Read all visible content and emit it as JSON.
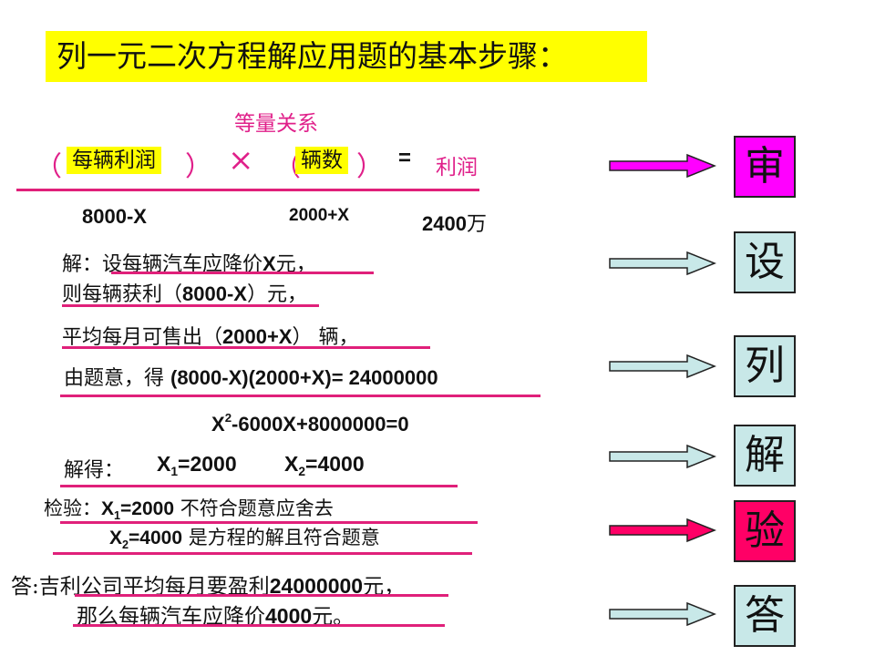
{
  "title": "列一元二次方程解应用题的基本步骤：",
  "relation": {
    "label": "等量关系",
    "open_paren": "（",
    "close_paren": "）",
    "term1": "每辆利润",
    "times": "×",
    "term2": "辆数",
    "equals": "=",
    "result": "利润"
  },
  "values": {
    "v1": "8000-X",
    "v2": "2000+X",
    "v3_num": "2400",
    "v3_unit": "万"
  },
  "solution": {
    "line1_a": "解：设每辆汽车应降价",
    "line1_b": "X",
    "line1_c": "元，",
    "line2_a": "则每辆获利（",
    "line2_b": "8000-X",
    "line2_c": "）元，",
    "line3_a": "平均每月可售出（",
    "line3_b": "2000+X",
    "line3_c": "） 辆，",
    "line4_a": "由题意，得 ",
    "line4_b": "(8000-X)(2000+X)=  24000000",
    "eq_a": "X",
    "eq_sup": "2",
    "eq_b": "-6000X+8000000=0",
    "solve_label": "解得：",
    "x1_a": "X",
    "x1_sub": "1",
    "x1_b": "=2000",
    "x2_a": "X",
    "x2_sub": "2",
    "x2_b": "=4000",
    "check_label": "检验：",
    "check1_a": "X",
    "check1_sub": "1",
    "check1_b": "=2000",
    "check1_c": " 不符合题意应舍去",
    "check2_a": "X",
    "check2_sub": "2",
    "check2_b": "=4000",
    "check2_c": " 是方程的解且符合题意",
    "answer1_a": "答:吉利公司平均每月要盈利",
    "answer1_b": "24000000",
    "answer1_c": "元，",
    "answer2_a": "那么每辆汽车应降价",
    "answer2_b": "4000",
    "answer2_c": "元。"
  },
  "steps": [
    {
      "label": "审",
      "bg": "#ff00ff"
    },
    {
      "label": "设",
      "bg": "#c8e8e8"
    },
    {
      "label": "列",
      "bg": "#c8e8e8"
    },
    {
      "label": "解",
      "bg": "#c8e8e8"
    },
    {
      "label": "验",
      "bg": "#ff0066"
    },
    {
      "label": "答",
      "bg": "#c8e8e8"
    }
  ],
  "colors": {
    "accent_magenta": "#ff00ff",
    "accent_red": "#ff0066",
    "arrow_light": "#c8e8e8",
    "underline": "#e0207a",
    "highlight": "#ffff00"
  }
}
